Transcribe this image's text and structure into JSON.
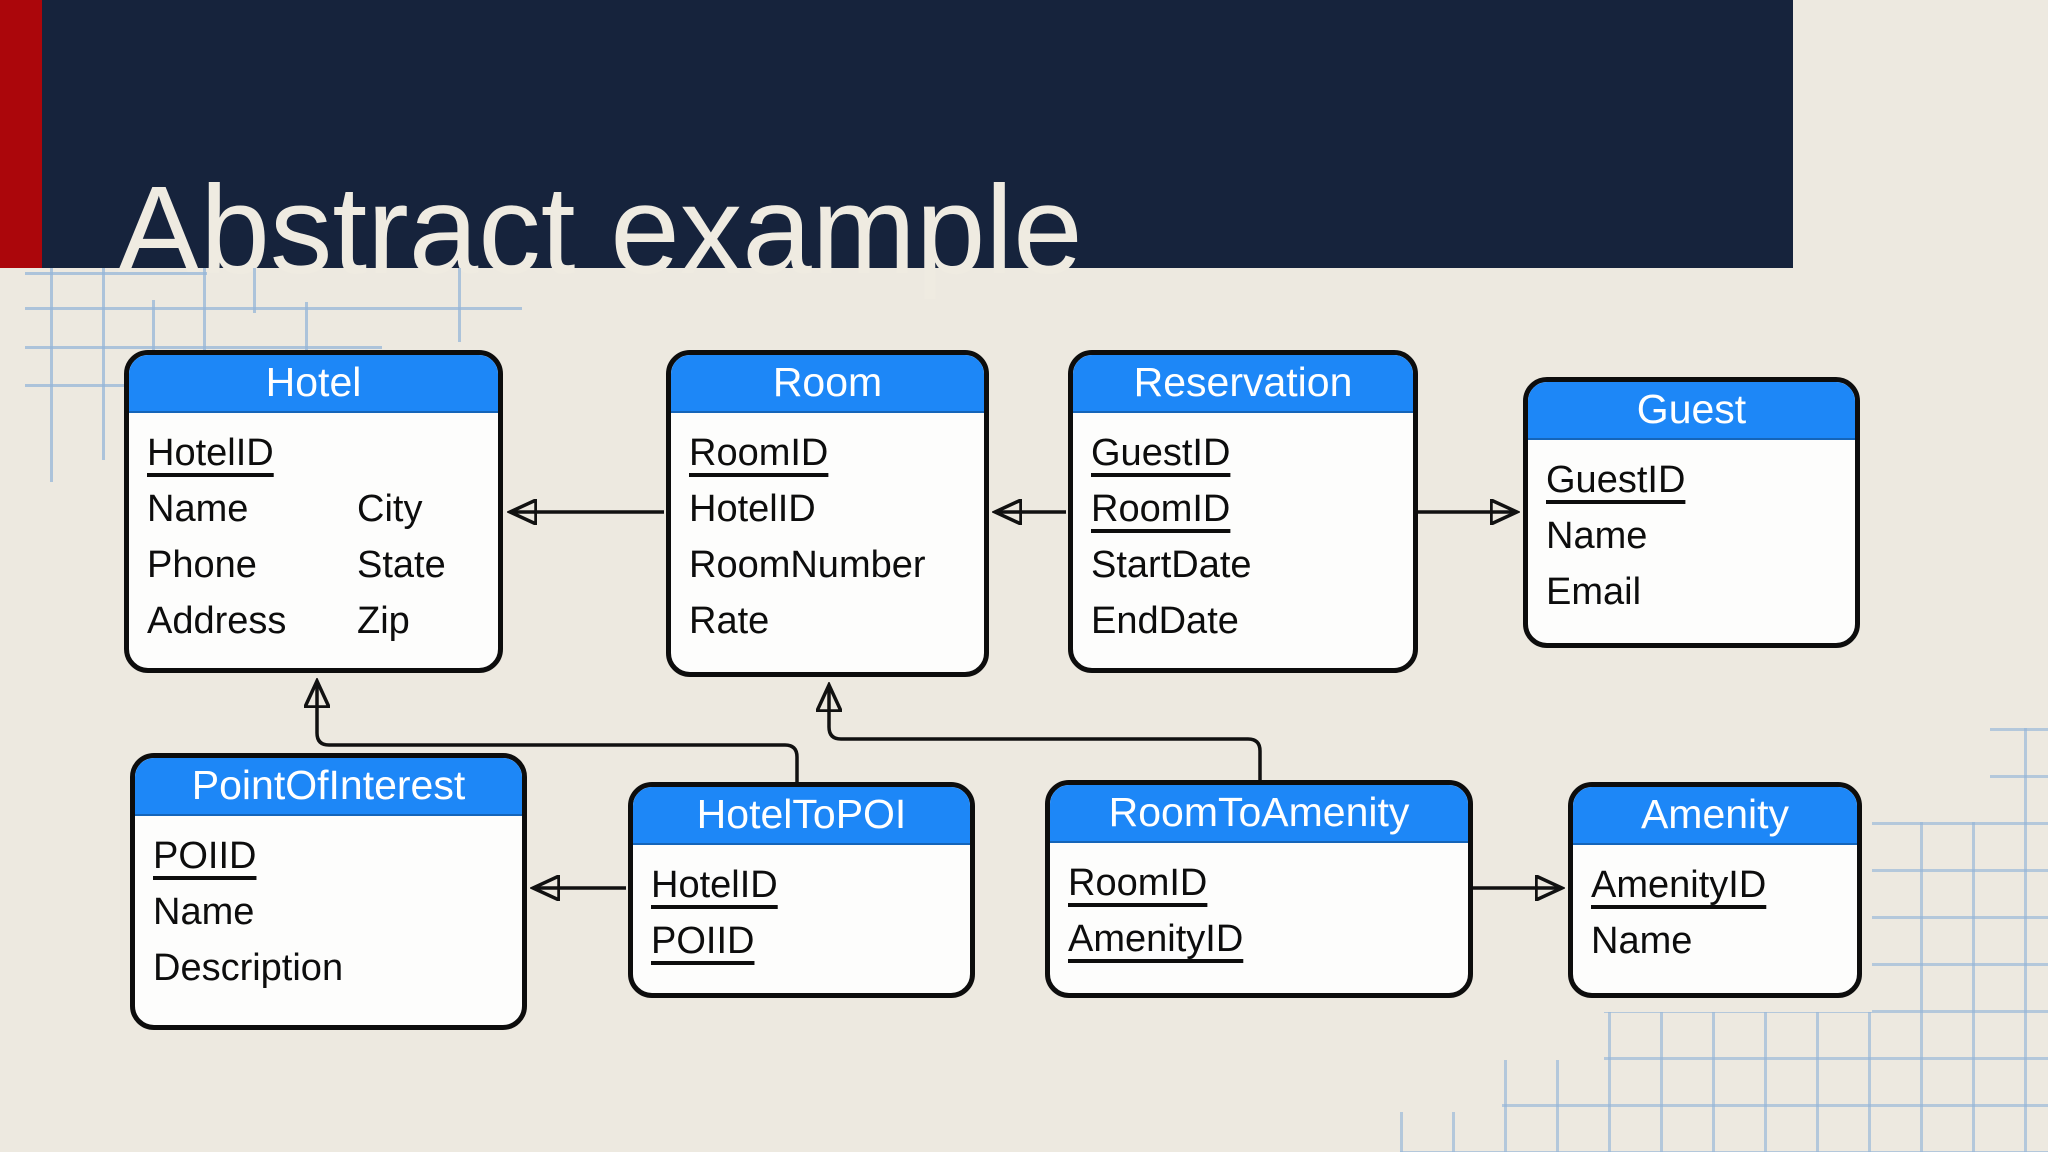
{
  "slide": {
    "title": "Abstract example"
  },
  "colors": {
    "banner_navy": "#16233C",
    "accent_red": "#AB060B",
    "background_beige": "#EDE9E0",
    "table_header_blue": "#1D87F7",
    "grid_line_blue": "#96B6D8",
    "connector_black": "#111111",
    "title_text": "#EFEBE1"
  },
  "diagram": {
    "entities": {
      "hotel": {
        "title": "Hotel",
        "fields": [
          {
            "name": "HotelID",
            "key": true
          },
          {
            "name": "Name",
            "key": false
          },
          {
            "name": "Phone",
            "key": false
          },
          {
            "name": "Address",
            "key": false
          }
        ],
        "fields_col2": [
          "City",
          "State",
          "Zip"
        ]
      },
      "room": {
        "title": "Room",
        "fields": [
          {
            "name": "RoomID",
            "key": true
          },
          {
            "name": "HotelID",
            "key": false
          },
          {
            "name": "RoomNumber",
            "key": false
          },
          {
            "name": "Rate",
            "key": false
          }
        ]
      },
      "reservation": {
        "title": "Reservation",
        "fields": [
          {
            "name": "GuestID",
            "key": true
          },
          {
            "name": "RoomID",
            "key": true
          },
          {
            "name": "StartDate",
            "key": false
          },
          {
            "name": "EndDate",
            "key": false
          }
        ]
      },
      "guest": {
        "title": "Guest",
        "fields": [
          {
            "name": "GuestID",
            "key": true
          },
          {
            "name": "Name",
            "key": false
          },
          {
            "name": "Email",
            "key": false
          }
        ]
      },
      "pointOfInterest": {
        "title": "PointOfInterest",
        "fields": [
          {
            "name": "POIID",
            "key": true
          },
          {
            "name": "Name",
            "key": false
          },
          {
            "name": "Description",
            "key": false
          }
        ]
      },
      "hotelToPoi": {
        "title": "HotelToPOI",
        "fields": [
          {
            "name": "HotelID",
            "key": true
          },
          {
            "name": "POIID",
            "key": true
          }
        ]
      },
      "roomToAmenity": {
        "title": "RoomToAmenity",
        "fields": [
          {
            "name": "RoomID",
            "key": true
          },
          {
            "name": "AmenityID",
            "key": true
          }
        ]
      },
      "amenity": {
        "title": "Amenity",
        "fields": [
          {
            "name": "AmenityID",
            "key": true
          },
          {
            "name": "Name",
            "key": false
          }
        ]
      }
    },
    "relationships": [
      {
        "from": "Room",
        "to": "Hotel"
      },
      {
        "from": "Reservation",
        "to": "Room"
      },
      {
        "from": "Reservation",
        "to": "Guest"
      },
      {
        "from": "HotelToPOI",
        "to": "PointOfInterest"
      },
      {
        "from": "HotelToPOI",
        "to": "Hotel"
      },
      {
        "from": "RoomToAmenity",
        "to": "Room"
      },
      {
        "from": "RoomToAmenity",
        "to": "Amenity"
      }
    ]
  }
}
